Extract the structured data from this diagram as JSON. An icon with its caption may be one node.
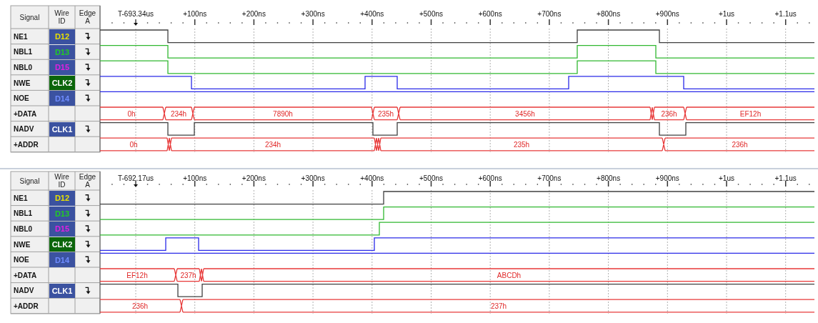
{
  "diagram": {
    "labels": [
      "Signal",
      "Wire ID",
      "Edge A",
      "T-693.34us",
      "+100ns",
      "+200ns",
      "+300ns",
      "+400ns",
      "+500ns",
      "+600ns",
      "+700ns",
      "+800ns",
      "+900ns",
      "+1us",
      "+1.1us",
      "NE1",
      "D12",
      "NBL1",
      "D13",
      "NBL0",
      "D15",
      "NWE",
      "CLK2",
      "NOE",
      "D14",
      "+DATA",
      "0h",
      "234h",
      "7890h",
      "235h",
      "3456h",
      "236h",
      "EF12h",
      "NADV",
      "CLK1",
      "+ADDR",
      "0h",
      "234h",
      "235h",
      "236h",
      "Signal",
      "Wire ID",
      "Edge A",
      "T-692.17us",
      "+100ns",
      "+200ns",
      "+300ns",
      "+400ns",
      "+500ns",
      "+600ns",
      "+700ns",
      "+800ns",
      "+900ns",
      "+1us",
      "+1.1us",
      "NE1",
      "D12",
      "NBL1",
      "D13",
      "NBL0",
      "D15",
      "NWE",
      "CLK2",
      "NOE",
      "D14",
      "+DATA",
      "EF12h",
      "237h",
      "ABCDh",
      "NADV",
      "CLK1",
      "+ADDR",
      "236h",
      "237h"
    ]
  }
}
